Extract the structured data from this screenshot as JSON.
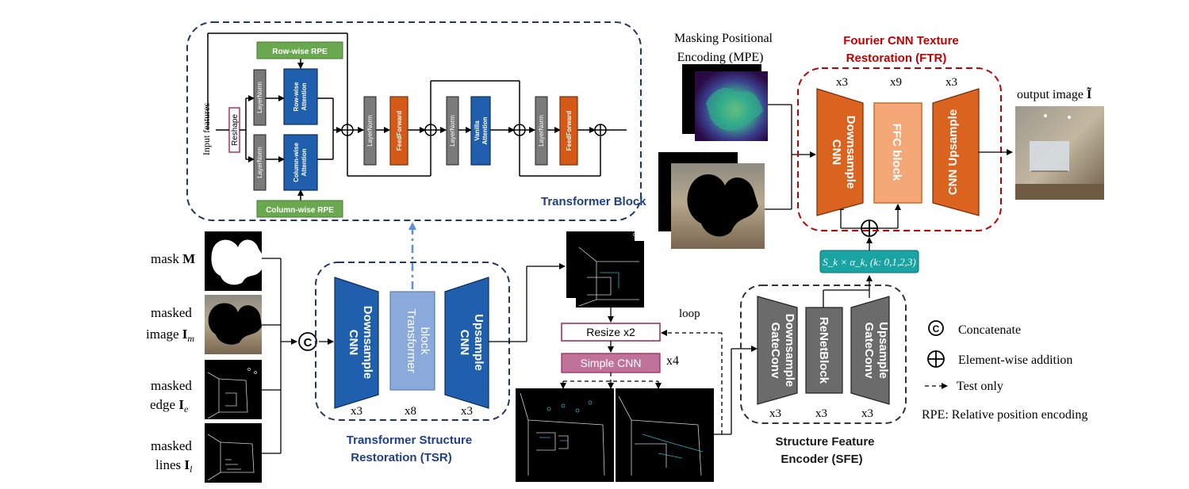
{
  "transformer_block": {
    "title": "Transformer Block",
    "input_label": "Input features",
    "reshape": "Reshape",
    "row_rpe": "Row-wise RPE",
    "col_rpe": "Column-wise RPE",
    "layernorm": "LayerNorm",
    "row_attn": [
      "Row-wise",
      "Attention"
    ],
    "col_attn": [
      "Column-wise",
      "Attention"
    ],
    "feedforward": "FeedForward",
    "vanilla_attn": [
      "Vanilla",
      "Attention"
    ]
  },
  "tsr": {
    "title_line1": "Transformer Structure",
    "title_line2": "Restoration (TSR)",
    "down": [
      "CNN",
      "Downsample"
    ],
    "transformer": [
      "Transformer",
      "block"
    ],
    "up": [
      "CNN",
      "Upsample"
    ],
    "counts": [
      "x3",
      "x8",
      "x3"
    ]
  },
  "inputs": {
    "mask": [
      "mask ",
      "M"
    ],
    "masked_image": [
      "masked",
      "image ",
      "I",
      "m"
    ],
    "masked_edge": [
      "masked",
      "edge ",
      "I",
      "e"
    ],
    "masked_lines": [
      "masked",
      "lines ",
      "I",
      "l"
    ]
  },
  "concat_symbol": "C",
  "middle": {
    "resize": "Resize x2",
    "simple_cnn": "Simple CNN",
    "x4": "x4",
    "loop": "loop"
  },
  "sfe": {
    "title_line1": "Structure Feature",
    "title_line2": "Encoder (SFE)",
    "blocks": [
      [
        "GateConv",
        "Downsample"
      ],
      [
        "ReNetBlock"
      ],
      [
        "GateConv",
        "Upsample"
      ]
    ],
    "counts": [
      "x3",
      "x3",
      "x3"
    ]
  },
  "mpe": {
    "label_line1": "Masking Positional",
    "label_line2": "Encoding (MPE)"
  },
  "ftr": {
    "title_line1": "Fourier CNN Texture",
    "title_line2": "Restoration (FTR)",
    "blocks": [
      [
        "CNN",
        "Downsample"
      ],
      [
        "FFC block"
      ],
      [
        "CNN Upsample"
      ]
    ],
    "counts": [
      "x3",
      "x9",
      "x3"
    ],
    "scale_formula": "S_k × α_k, (k: 0,1,2,3)"
  },
  "output": {
    "label": "output image ",
    "symbol": "Ĩ"
  },
  "legend": {
    "concat_symbol": "C",
    "concat": "Concatenate",
    "add": "Element-wise addition",
    "test_only": "Test only",
    "rpe": "RPE: Relative position encoding"
  },
  "colors": {
    "tsr_blue": "#1f5fad",
    "tsr_light": "#8aaadb",
    "ftr_orange": "#d9631f",
    "ftr_light": "#f5a877",
    "sfe_gray": "#6b6b6b",
    "rpe_green": "#6aa84f",
    "ffn_orange": "#d65a17",
    "layernorm_gray": "#7a7a7a",
    "ftr_title_red": "#c00000",
    "tsr_title_blue": "#1f3f88",
    "dashed_navy": "#1f3864",
    "formula_teal": "#1aa3a3",
    "simple_cnn_pink": "#c0739a"
  }
}
